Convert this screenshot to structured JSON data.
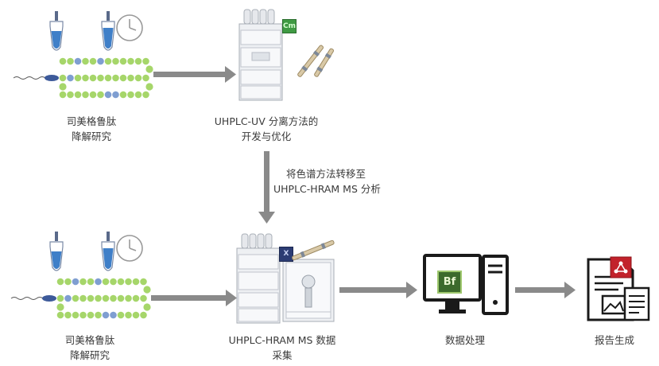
{
  "steps": {
    "degradation_top": {
      "line1": "司美格鲁肽",
      "line2": "降解研究"
    },
    "uv_method": {
      "line1": "UHPLC-UV 分离方法的",
      "line2": "开发与优化"
    },
    "transfer": {
      "line1": "将色谱方法转移至",
      "line2": "UHPLC-HRAM MS 分析"
    },
    "degradation_bottom": {
      "line1": "司美格鲁肽",
      "line2": "降解研究"
    },
    "ms_acquisition": {
      "line1": "UHPLC-HRAM MS 数据",
      "line2": "采集"
    },
    "data_processing": {
      "label": "数据处理"
    },
    "report": {
      "label": "报告生成"
    }
  },
  "software_badges": {
    "uv": "Cm",
    "ms": "X",
    "processing": "Bf"
  },
  "colors": {
    "arrow": "#8a8a8a",
    "bead_green": "#a6d66a",
    "bead_blue": "#7f9ed1",
    "tube_blue": "#3f7fc8",
    "cm_green": "#3f9a43",
    "x_navy": "#2c3c73",
    "bf_green": "#3c6a2c",
    "report_red": "#c2222b"
  },
  "icons": [
    "tube-icon",
    "clock-icon",
    "peptide-chain-icon",
    "uhplc-instrument-icon",
    "column-icon",
    "mass-spectrometer-icon",
    "monitor-icon",
    "desktop-tower-icon",
    "report-document-icon"
  ]
}
